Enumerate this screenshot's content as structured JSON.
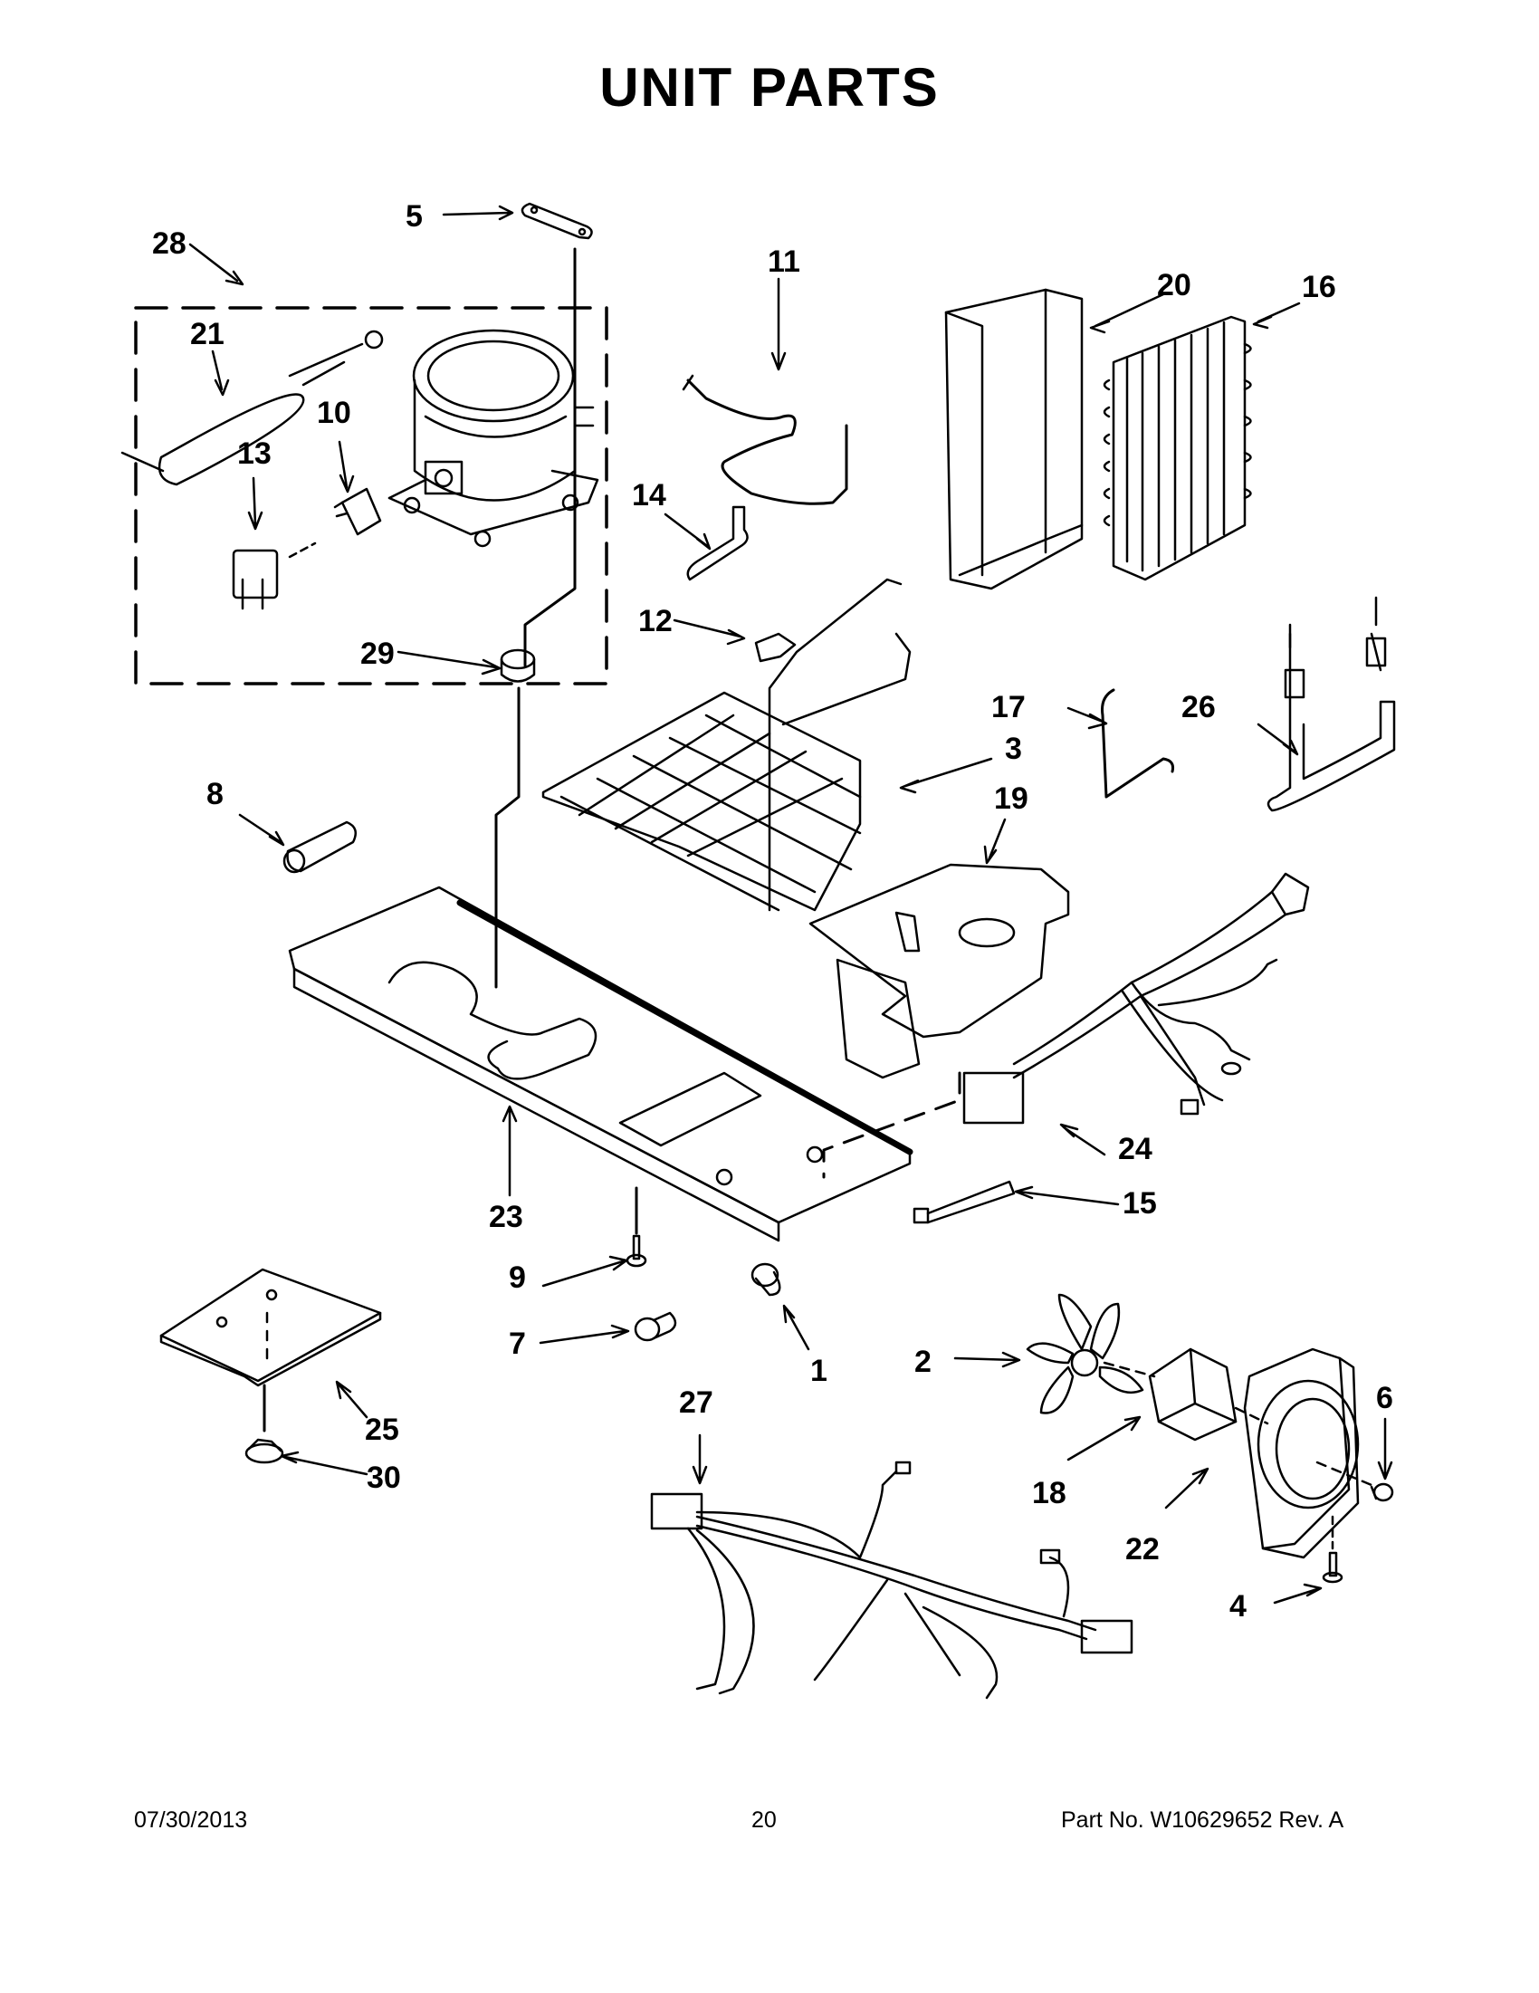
{
  "title": "UNIT  PARTS",
  "callouts": [
    "1",
    "2",
    "3",
    "4",
    "5",
    "6",
    "7",
    "8",
    "9",
    "10",
    "11",
    "12",
    "13",
    "14",
    "15",
    "16",
    "17",
    "18",
    "19",
    "20",
    "21",
    "22",
    "23",
    "24",
    "25",
    "26",
    "27",
    "28",
    "29",
    "30"
  ],
  "footer": {
    "date": "07/30/2013",
    "page": "20",
    "part": "Part No.  W10629652  Rev.  A"
  }
}
